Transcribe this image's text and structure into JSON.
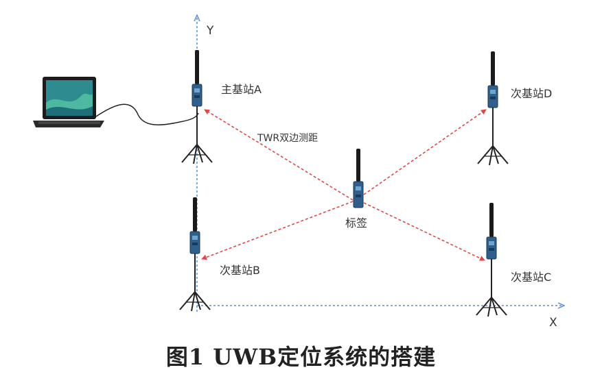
{
  "axes": {
    "y_label": "Y",
    "x_label": "X"
  },
  "stations": {
    "main_a": "主基站A",
    "sub_d": "次基站D",
    "sub_b": "次基站B",
    "sub_c": "次基站C"
  },
  "tag_label": "标签",
  "ranging_label": "TWR双边测距",
  "caption": "图1   UWB定位系统的搭建",
  "colors": {
    "ranging_line": "#e04848",
    "axis": "#5b8fd6",
    "antenna": "#1a1a1a",
    "module": "#2f5f8a"
  },
  "icons": [
    "laptop-icon",
    "tripod-station-icon",
    "antenna-icon"
  ]
}
